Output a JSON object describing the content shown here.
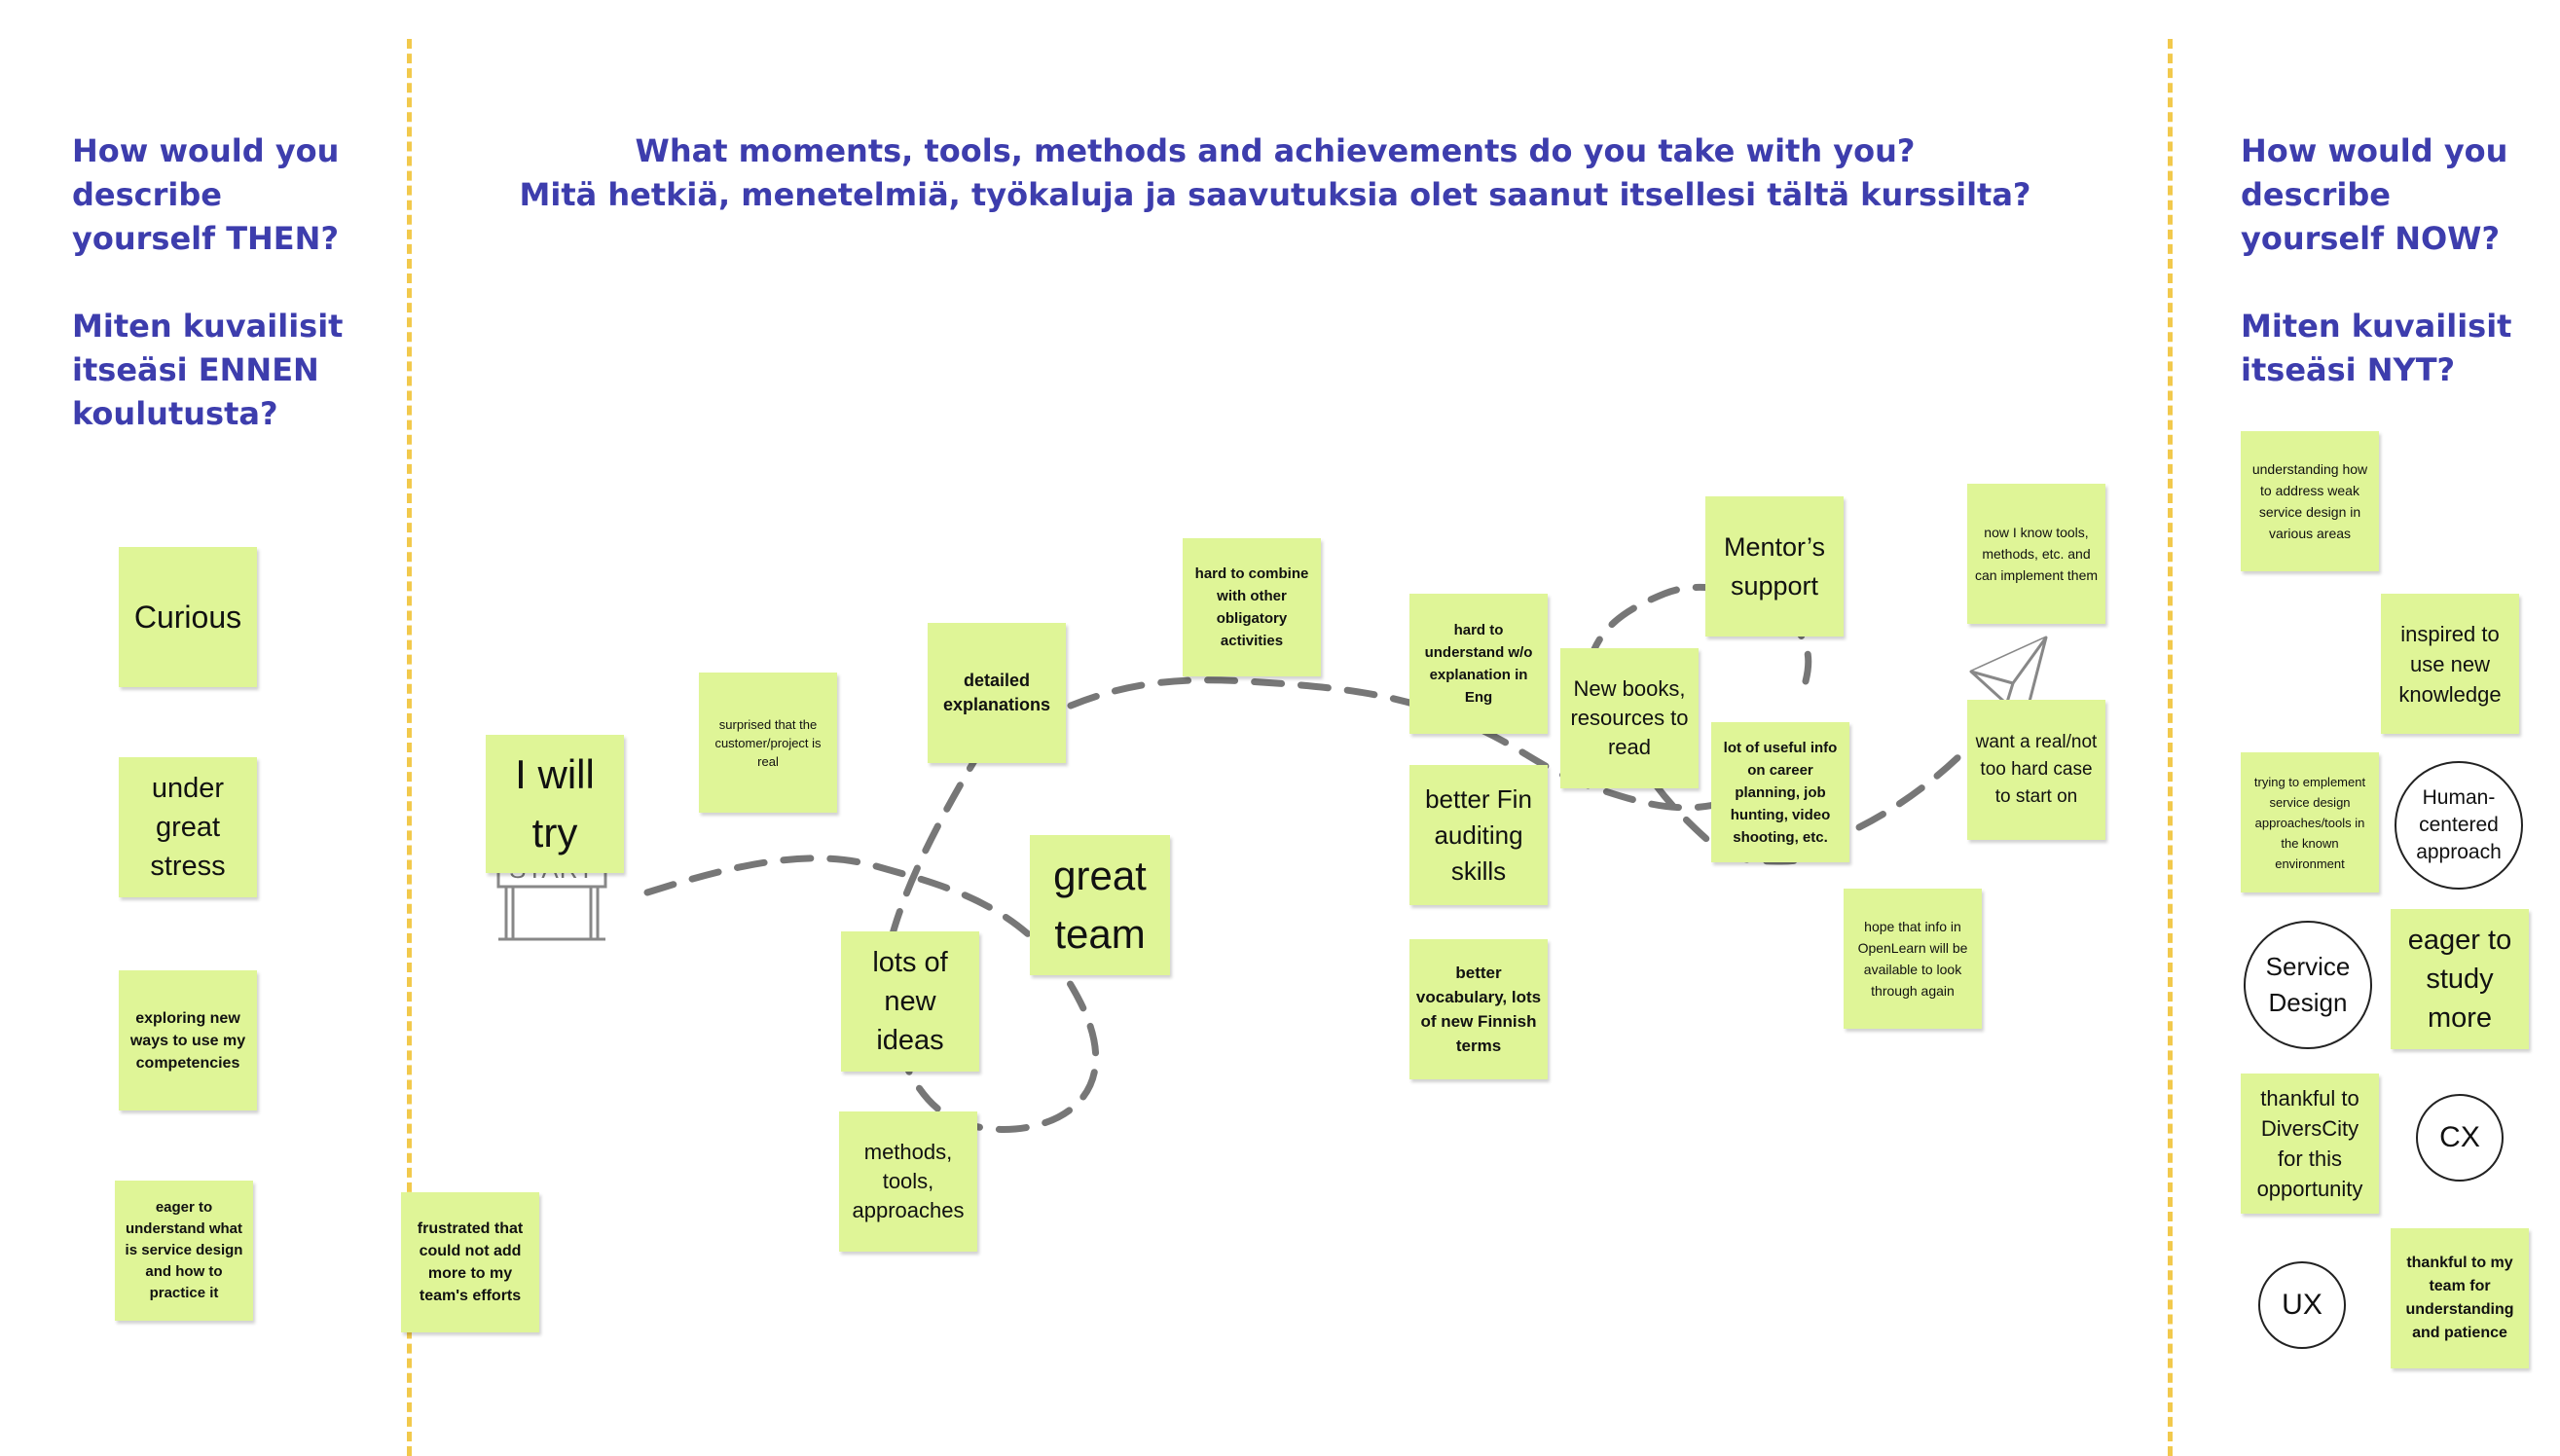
{
  "headings": {
    "left": [
      "How would you",
      "describe",
      "yourself THEN?",
      "",
      "Miten kuvailisit",
      "itseäsi ENNEN",
      "koulutusta?"
    ],
    "center": [
      "What moments, tools, methods and achievements do you take with you?",
      "Mitä hetkiä, menetelmiä, työkaluja ja saavutuksia olet saanut itsellesi tältä kurssilta?"
    ],
    "right": [
      "How would you",
      "describe",
      "yourself NOW?",
      "",
      "Miten kuvailisit",
      "itseäsi NYT?"
    ]
  },
  "start_label": "START",
  "notes_then": [
    "Curious",
    "under great stress",
    "exploring new ways to use my competencies",
    "eager to understand what is service design and how to practice it"
  ],
  "notes_journey": [
    "frustrated that could not add more to my team's efforts",
    "I will try",
    "surprised that the customer/project is real",
    "detailed explanations",
    "hard to combine with other obligatory activities",
    "great team",
    "lots of new ideas",
    "methods, tools, approaches",
    "hard to understand w/o explanation in Eng",
    "better Fin auditing skills",
    "better vocabulary, lots of new Finnish terms",
    "New books, resources to read",
    "Mentor’s support",
    "lot of useful info on career planning, job hunting, video shooting, etc.",
    "hope that info in OpenLearn will be available to look through again",
    "now I know tools, methods, etc. and can implement them",
    "want a real/not too hard case to start on"
  ],
  "notes_now": [
    "understanding how to address weak service design in various areas",
    "inspired to use new knowledge",
    "trying to emplement service design approaches/tools in the known environment",
    "eager to study more",
    "thankful to DiversCity for this opportunity",
    "thankful to my team for understanding and patience"
  ],
  "circles_now": [
    "Human-centered approach",
    "Service Design",
    "CX",
    "UX"
  ],
  "colors": {
    "heading": "#3d3dad",
    "sticky_note": "#dff597",
    "divider": "#f2c94c",
    "path": "#777777"
  }
}
